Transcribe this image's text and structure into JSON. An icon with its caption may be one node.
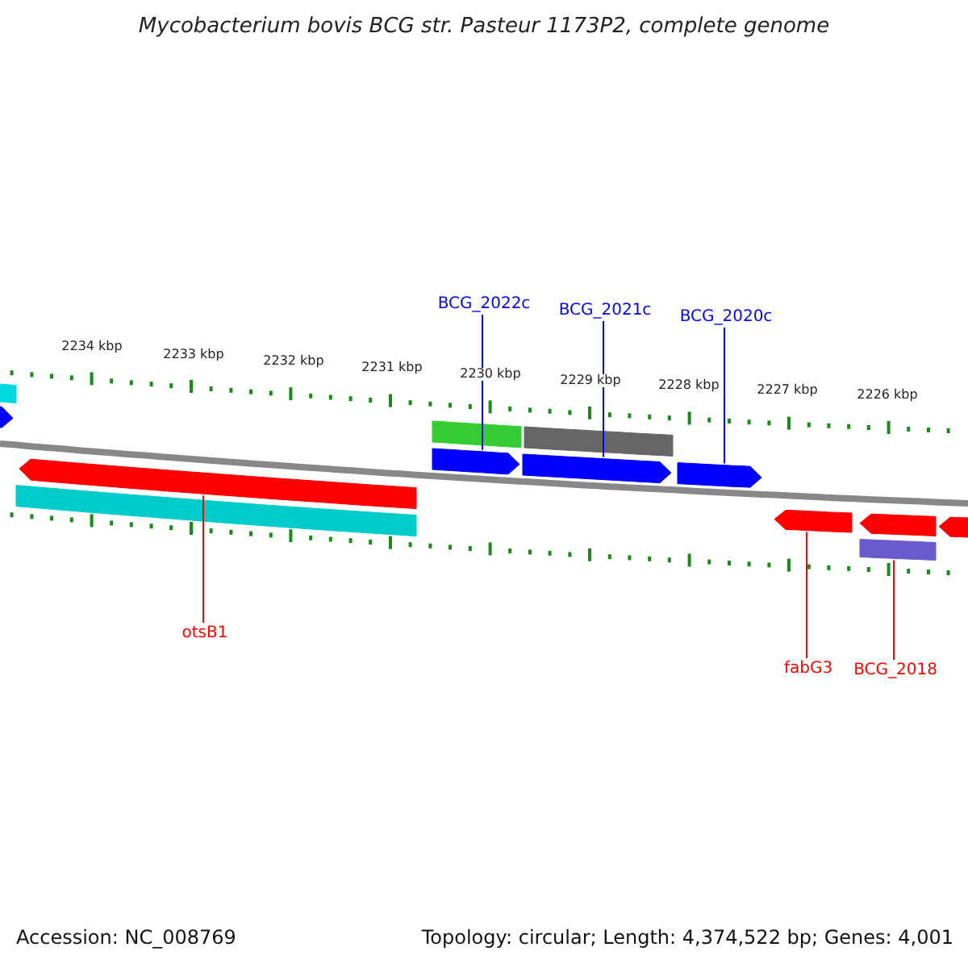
{
  "diagram": {
    "title": "Mycobacterium bovis BCG str. Pasteur 1173P2, complete genome",
    "nodes": [
      {
        "text": [
          "BCG_2022c"
        ]
      },
      {
        "text": [
          "BCG_2021c"
        ]
      },
      {
        "text": [
          "BCG_2020c"
        ]
      },
      {
        "text": [],
        "shape": "arrow"
      },
      {
        "text": [],
        "shape": "arrow"
      },
      {
        "text": [],
        "shape": "arrow"
      },
      {
        "text": [],
        "shape": "arrow"
      },
      {
        "text": [],
        "shape": "arrow"
      },
      {
        "text": [],
        "shape": "arrow"
      },
      {
        "text": [
          "otsB1"
        ]
      },
      {
        "text": [
          "fabG3"
        ]
      },
      {
        "text": [
          "BCG_2018"
        ]
      },
      {
        "text": [],
        "shape": "bar"
      },
      {
        "text": [],
        "shape": "arrow"
      },
      {
        "text": [],
        "shape": "bar"
      },
      {
        "text": [],
        "shape": "bar"
      },
      {
        "text": [],
        "shape": "bar"
      },
      {
        "text": [],
        "shape": "arrow"
      },
      {
        "text": [],
        "shape": "bar"
      }
    ],
    "edges": [
      {
        "from": 0,
        "to": 3,
        "arrow": "none",
        "color": "#0000ff"
      },
      {
        "from": 1,
        "to": 4,
        "arrow": "none",
        "color": "#0000ff"
      },
      {
        "from": 2,
        "to": 5,
        "arrow": "none",
        "color": "#0000ff"
      },
      {
        "from": 9,
        "to": 6,
        "arrow": "none",
        "color": "#ff0000"
      },
      {
        "from": 10,
        "to": 7,
        "arrow": "none",
        "color": "#ff0000"
      },
      {
        "from": 11,
        "to": 18,
        "arrow": "none",
        "color": "#ff0000"
      }
    ],
    "labels": [
      "2234 kbp",
      "2233 kbp",
      "2232 kbp",
      "2231 kbp",
      "2230 kbp",
      "2229 kbp",
      "2228 kbp",
      "2227 kbp",
      "2226 kbp",
      "Accession: NC_008769",
      "Topology: circular; Length: 4,374,522 bp; Genes: 4,001"
    ]
  }
}
